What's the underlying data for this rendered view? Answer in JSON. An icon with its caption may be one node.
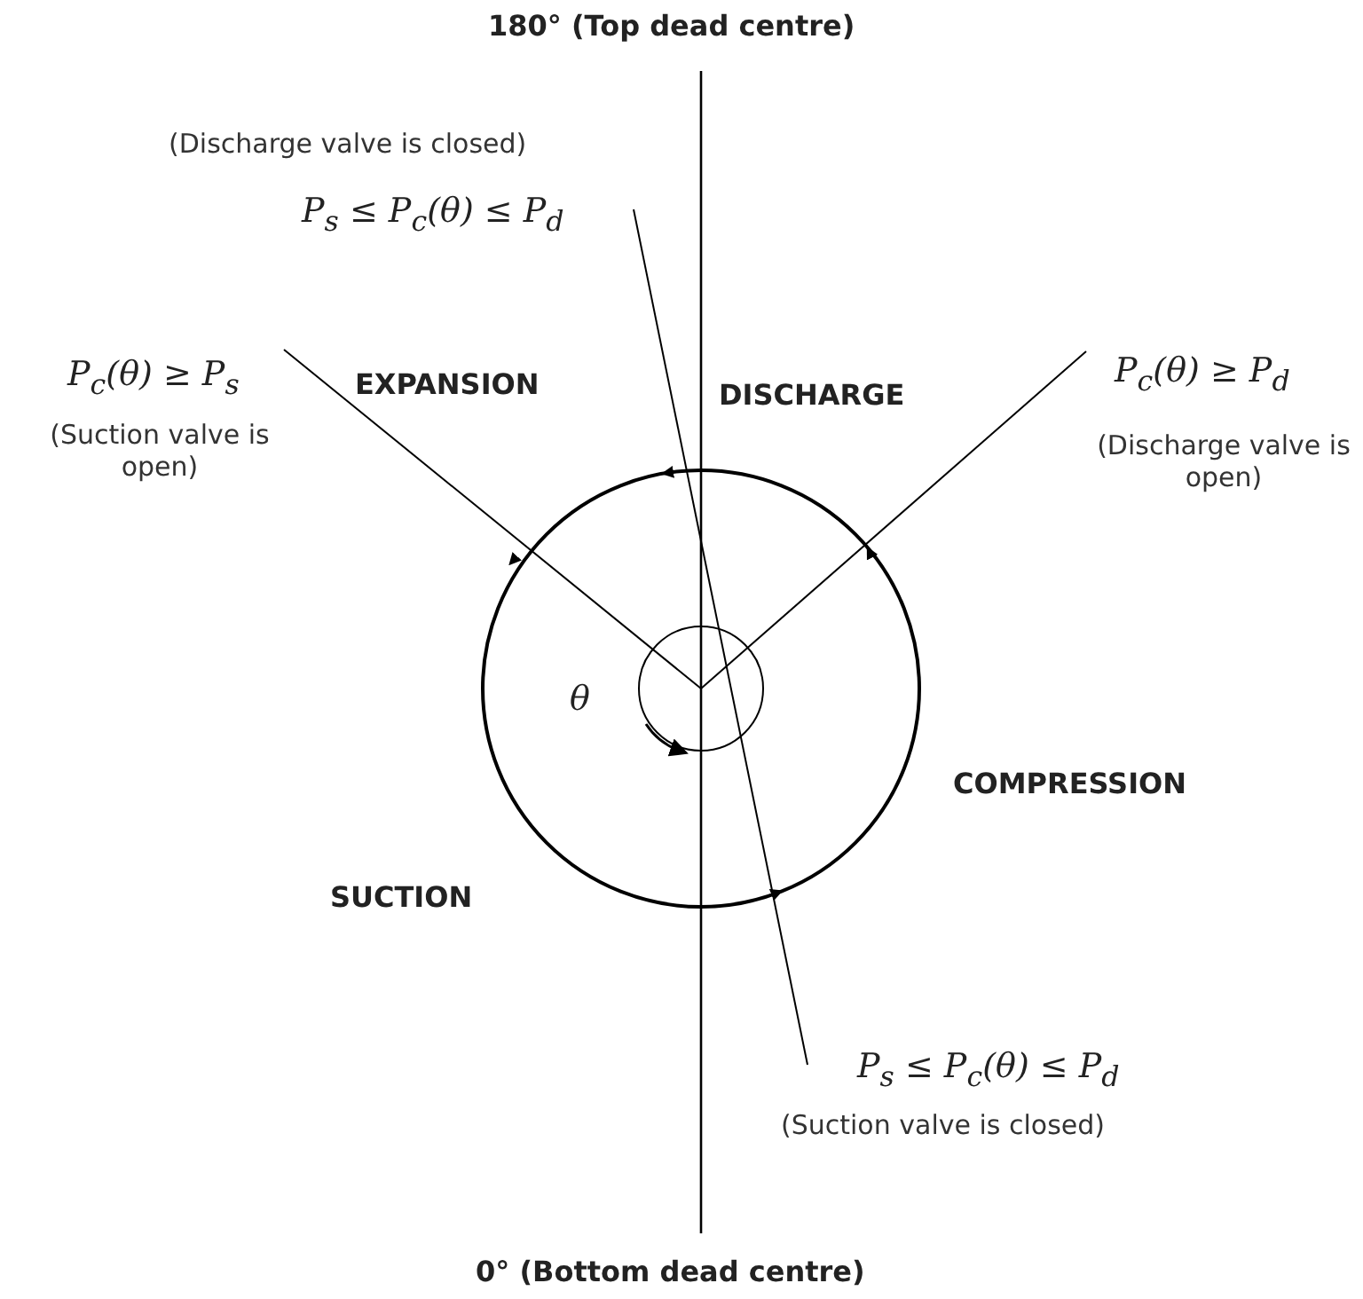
{
  "diagram": {
    "labels": [
      "180° (Top dead centre)",
      "(Discharge valve is closed)",
      "P$_{s}$ ≤ P$_{c}$(θ) ≤ P$_{d}$",
      "P$_{c}$(θ) ≥ P$_{s}$",
      "(Suction valve is open)",
      "EXPANSION",
      "DISCHARGE",
      "P$_{c}$(θ) ≥ P$_{d}$",
      "(Discharge valve is open)",
      "θ",
      "COMPRESSION",
      "SUCTION",
      "P$_{s}$ ≤ P$_{c}$(θ) ≤ P$_{d}$",
      "(Suction valve is closed)",
      "0° (Bottom dead centre)"
    ]
  }
}
